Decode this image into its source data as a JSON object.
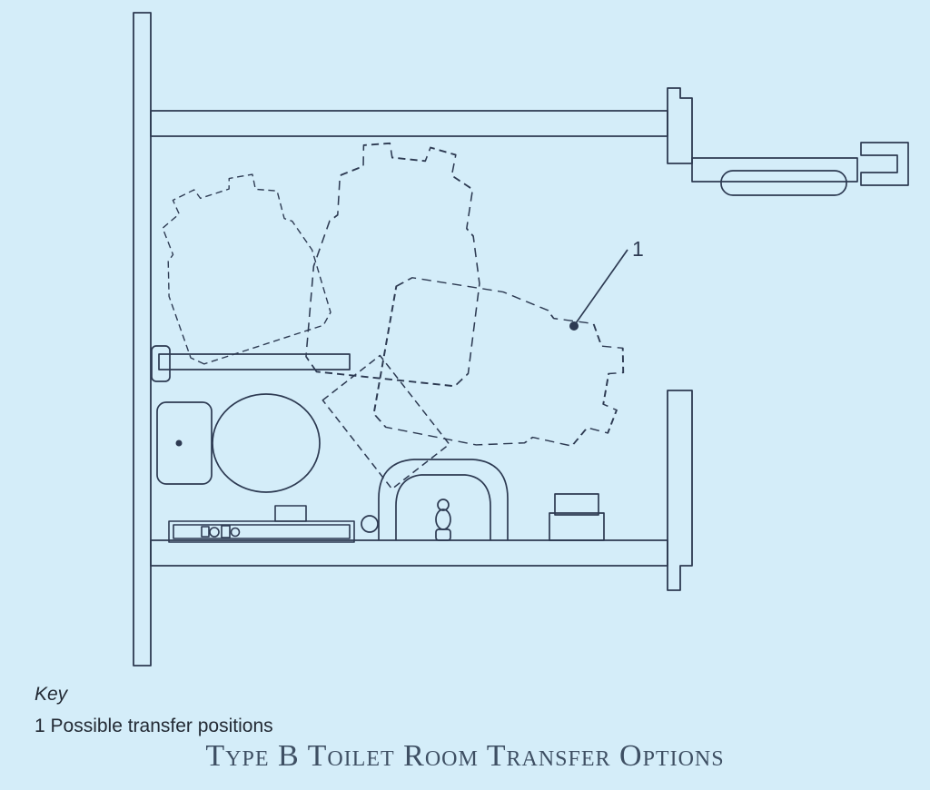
{
  "title": "Type B Toilet Room Transfer Options",
  "key": {
    "heading": "Key",
    "item": "1 Possible transfer positions"
  },
  "diagram": {
    "callout_label": "1"
  },
  "colors": {
    "background": "#d4edf9",
    "line": "#2d3a52",
    "text": "#232a34",
    "title-color": "#3e4f63"
  }
}
